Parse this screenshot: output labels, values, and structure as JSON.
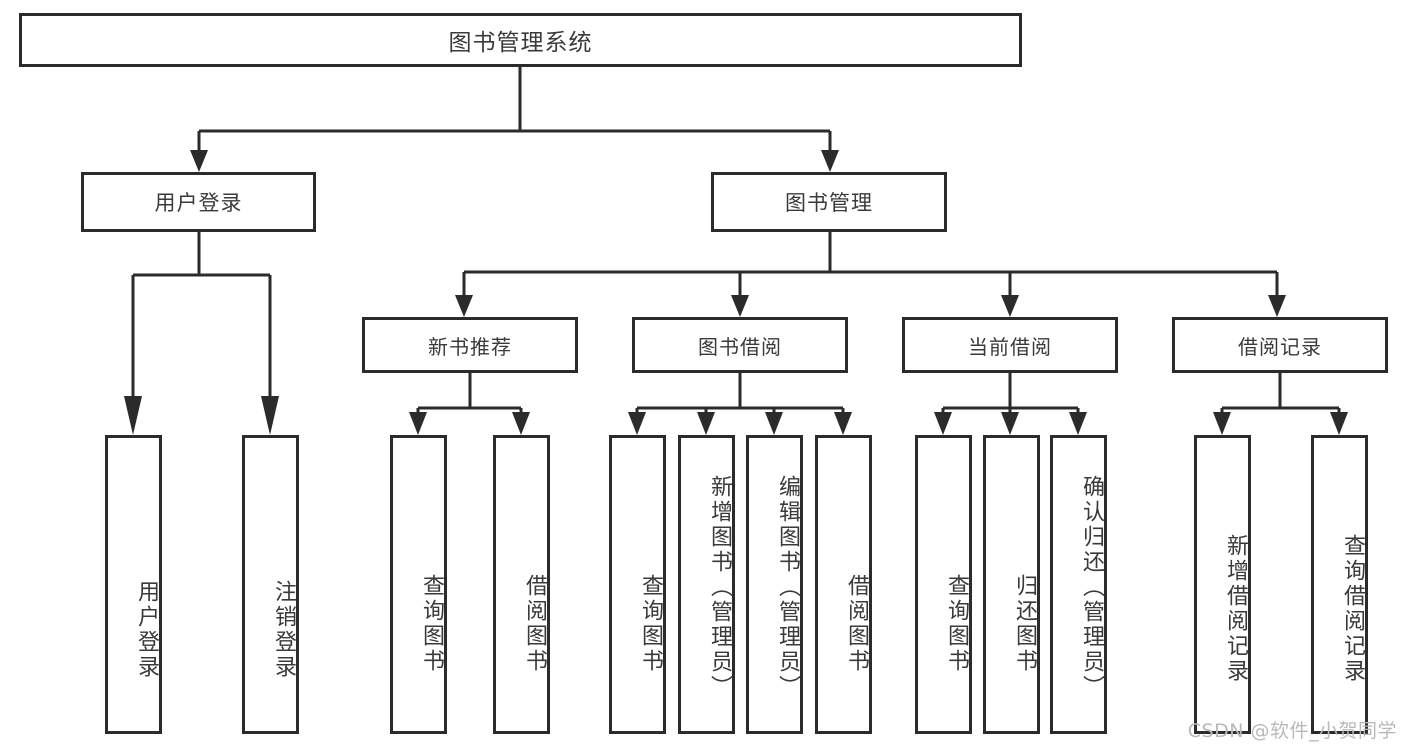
{
  "diagram": {
    "title": "图书管理系统",
    "type": "tree-hierarchy",
    "watermark": "CSDN @软件_小贺同学",
    "colors": {
      "stroke": "#2b2b2b",
      "text": "#3a3a3a",
      "background": "#ffffff",
      "watermark": "#b9b9b9"
    },
    "nodes": {
      "root": {
        "label": "图书管理系统"
      },
      "level1": [
        {
          "label": "用户登录"
        },
        {
          "label": "图书管理"
        }
      ],
      "level2": [
        {
          "label": "新书推荐"
        },
        {
          "label": "图书借阅"
        },
        {
          "label": "当前借阅"
        },
        {
          "label": "借阅记录"
        }
      ],
      "leaves": {
        "user_login": [
          {
            "label": "用户登录"
          },
          {
            "label": "注销登录"
          }
        ],
        "new_book_rec": [
          {
            "label": "查询图书"
          },
          {
            "label": "借阅图书"
          }
        ],
        "book_borrow": [
          {
            "label": "查询图书"
          },
          {
            "label": "新增图书（管理员）"
          },
          {
            "label": "编辑图书（管理员）"
          },
          {
            "label": "借阅图书"
          }
        ],
        "current_borrow": [
          {
            "label": "查询图书"
          },
          {
            "label": "归还图书"
          },
          {
            "label": "确认归还（管理员）"
          }
        ],
        "borrow_record": [
          {
            "label": "新增借阅记录"
          },
          {
            "label": "查询借阅记录"
          }
        ]
      }
    }
  }
}
